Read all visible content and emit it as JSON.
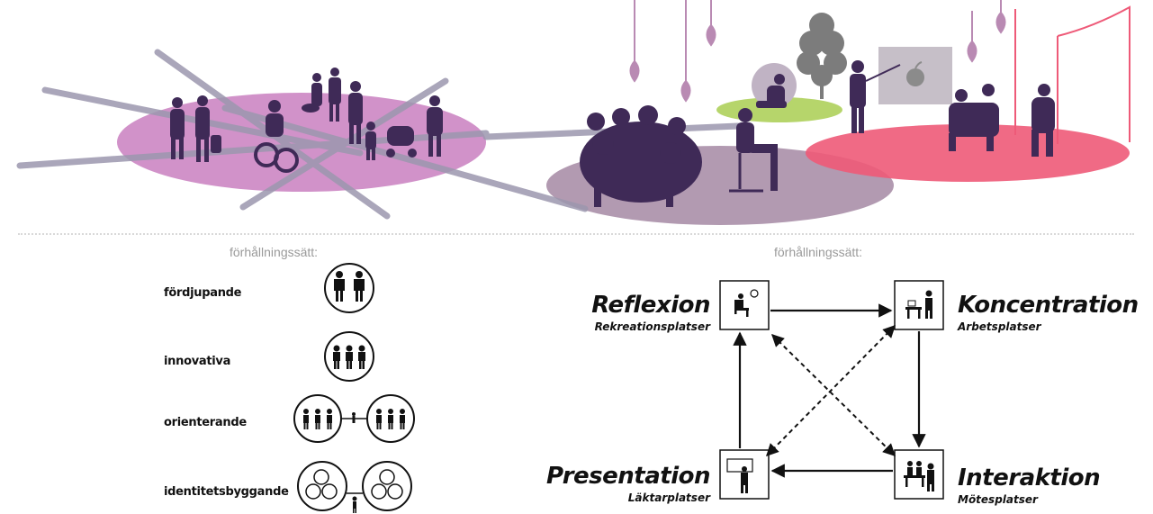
{
  "captions": {
    "left": "förhållningssätt:",
    "right": "förhållningssätt:"
  },
  "approaches": [
    {
      "label": "fördjupande"
    },
    {
      "label": "innovativa"
    },
    {
      "label": "orienterande"
    },
    {
      "label": "identitetsbyggande"
    }
  ],
  "modes": {
    "reflexion": {
      "title": "Reflexion",
      "subtitle": "Rekreationsplatser"
    },
    "koncentration": {
      "title": "Koncentration",
      "subtitle": "Arbetsplatser"
    },
    "presentation": {
      "title": "Presentation",
      "subtitle": "Läktarplatser"
    },
    "interaktion": {
      "title": "Interaktion",
      "subtitle": "Mötesplatser"
    }
  },
  "colors": {
    "silhouette": "#3f2a57",
    "pink_zone": "#c97fbf",
    "mauve_zone": "#a488a3",
    "red_zone": "#ee5a78",
    "green_zone": "#b6d56b",
    "path_lines": "#9c97ae",
    "lamp": "#b98ab3"
  }
}
